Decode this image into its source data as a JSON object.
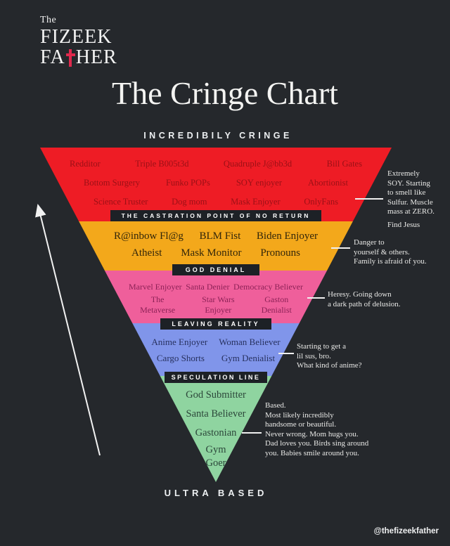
{
  "logo": {
    "the": "The",
    "fizeek": "FIZEEK",
    "fa": "FA",
    "her": "HER"
  },
  "header": {
    "title": "The Cringe Chart",
    "top_label": "INCREDIBILY CRINGE"
  },
  "footer": {
    "bottom_label": "ULTRA BASED",
    "watermark": "@thefizeekfather"
  },
  "colors": {
    "background": "#25282c",
    "bar_background": "#1d2126",
    "cross_accent": "#e0294d",
    "white_text": "#f2f2f2"
  },
  "chart_data": {
    "type": "funnel-pyramid",
    "title": "The Cringe Chart",
    "top_axis_label": "INCREDIBILY CRINGE",
    "bottom_axis_label": "ULTRA BASED",
    "tiers": [
      {
        "name": "incredibly-cringe",
        "fill": "#ee1c25",
        "text_color": "#9b1016",
        "rows": [
          [
            "Redditor",
            "Triple B005t3d",
            "Quadruple J@bb3d",
            "Bill Gates"
          ],
          [
            "Bottom Surgery",
            "Funko POPs",
            "SOY enjoyer",
            "Abortionist"
          ],
          [
            "Science Truster",
            "Dog mom",
            "Mask Enjoyer",
            "OnlyFans"
          ]
        ],
        "divider_below": "THE CASTRATION POINT OF NO RETURN",
        "annotation": "Extremely\nSOY. Starting\nto smell like\nSulfur. Muscle\nmass at ZERO.",
        "annotation_extra": "Find Jesus"
      },
      {
        "name": "castration-zone",
        "fill": "#f3a81b",
        "text_color": "#32260a",
        "rows": [
          [
            "R@inbow Fl@g",
            "BLM Fist",
            "Biden Enjoyer"
          ],
          [
            "Atheist",
            "Mask Monitor",
            "Pronouns"
          ]
        ],
        "divider_below": "GOD DENIAL",
        "annotation": "Danger to\nyourself & others.\nFamily is afraid of you."
      },
      {
        "name": "god-denial-zone",
        "fill": "#ef5f9b",
        "text_color": "#8d2257",
        "rows": [
          [
            "Marvel Enjoyer",
            "Santa Denier",
            "Democracy Believer"
          ],
          [
            "The\nMetaverse",
            "Star Wars\nEnjoyer",
            "Gaston\nDenialist"
          ]
        ],
        "divider_below": "LEAVING REALITY",
        "annotation": "Heresy. Going down\na dark path of delusion."
      },
      {
        "name": "leaving-reality-zone",
        "fill": "#8095ea",
        "text_color": "#27315f",
        "rows": [
          [
            "Anime Enjoyer",
            "Woman Believer"
          ],
          [
            "Cargo Shorts",
            "Gym Denialist"
          ]
        ],
        "divider_below": "SPECULATION LINE",
        "annotation": "Starting to get a\nlil sus, bro.\nWhat kind of anime?"
      },
      {
        "name": "ultra-based",
        "fill": "#8fd4a0",
        "text_color": "#2c473a",
        "rows": [
          [
            "God Submitter"
          ],
          [
            "Santa Believer"
          ],
          [
            "Gastonian"
          ],
          [
            "Gym\nGoer"
          ]
        ],
        "annotation": "Based.\nMost likely incredibly\nhandsome or beautiful.\nNever wrong. Mom hugs you.\nDad loves you. Birds sing around\nyou. Babies smile around you."
      }
    ]
  }
}
